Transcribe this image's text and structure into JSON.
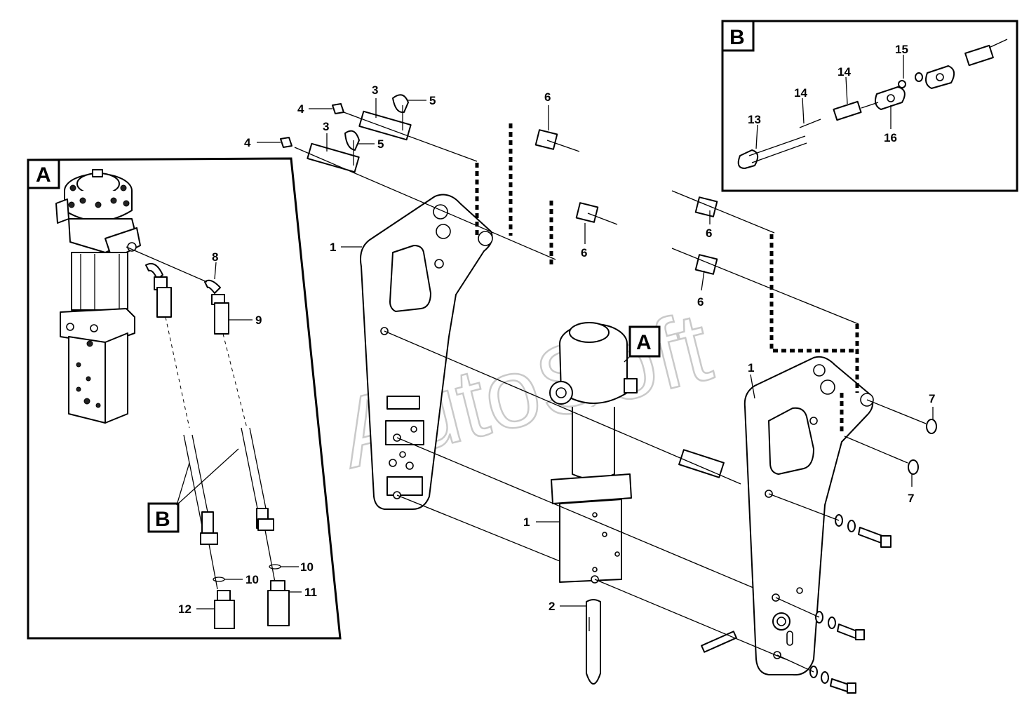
{
  "watermark": "AutoSoft",
  "detail_boxes": {
    "a": "A",
    "b": "B"
  },
  "callouts": {
    "a_on_breaker": "A",
    "b_in_detail_a": "B"
  },
  "part_numbers": {
    "p1_left_bracket": "1",
    "p1_breaker_body": "1",
    "p1_right_bracket": "1",
    "p2_chisel": "2",
    "p3_upper_pin": "3",
    "p3_lower_pin": "3",
    "p4_upper_nipple": "4",
    "p4_lower_nipple": "4",
    "p5_upper_clip": "5",
    "p5_lower_clip": "5",
    "p6_top_bushing": "6",
    "p6_mid_bushing": "6",
    "p6_right_upper": "6",
    "p6_right_lower": "6",
    "p7_upper_washer": "7",
    "p7_lower_washer": "7",
    "p8_elbow": "8",
    "p9_hose_fitting": "9",
    "p10_upper_ring": "10",
    "p10_lower_ring": "10",
    "p11_coupling": "11",
    "p12_coupling": "12",
    "p13_pin": "13",
    "p14_bolt": "14",
    "p14_block": "14",
    "p15_nut": "15",
    "p16_plate": "16"
  }
}
